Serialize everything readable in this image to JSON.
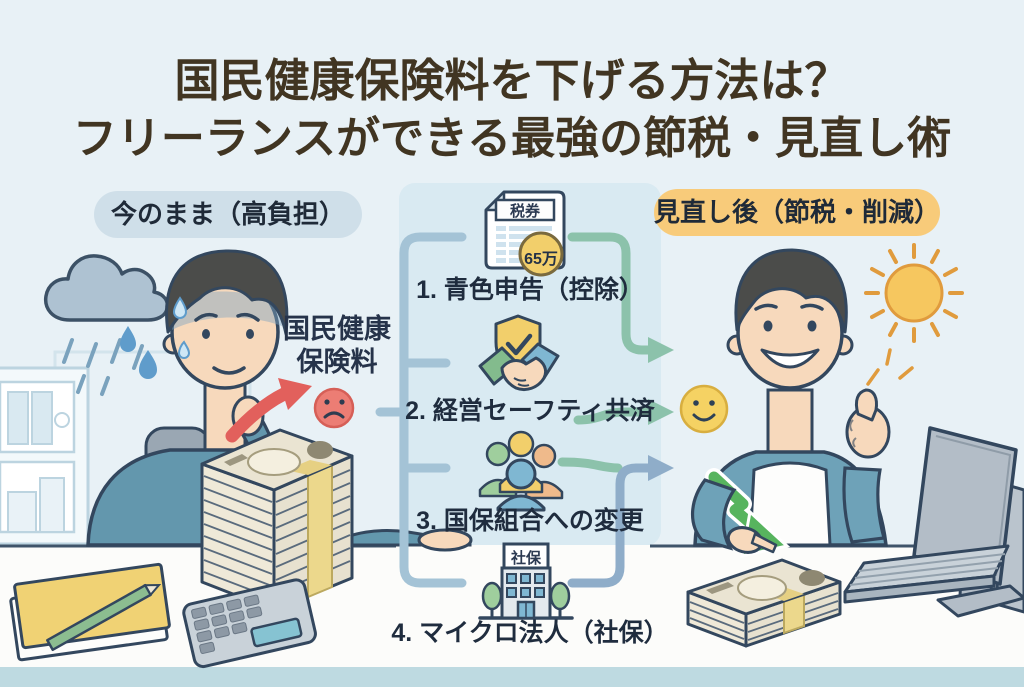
{
  "title": {
    "line1": "国民健康保険料を下げる方法は？",
    "line2": "フリーランスができる最強の節税・見直し術"
  },
  "badges": {
    "before": "今のまま（高負担）",
    "after": "見直し後（節税・削減）"
  },
  "scene_left": {
    "insurance_label": "国民健康\n保険料",
    "mood": "worried-man-with-rain-cloud-and-large-money-stack"
  },
  "scene_right": {
    "mood": "happy-man-thumbs-up-with-sun-and-small-money-stack"
  },
  "flow": {
    "items": [
      {
        "label": "1. 青色申告（控除）",
        "icon": "tax-document-icon",
        "doc_header": "税券",
        "amount_badge": "65万"
      },
      {
        "label": "2. 経営セーフティ共済",
        "icon": "handshake-shield-icon"
      },
      {
        "label": "3. 国保組合への変更",
        "icon": "people-group-icon"
      },
      {
        "label": "4. マイクロ法人（社保）",
        "icon": "company-building-icon",
        "building_sign": "社保"
      }
    ]
  },
  "colors": {
    "background": "#e8f1f6",
    "badge_before": "#cfdfe9",
    "badge_after": "#f8cb7a",
    "arrow_up_red": "#e2605c",
    "arrow_down_green": "#57b45e",
    "connector_left_blue": "#a4c3d6",
    "connector_right_green": "#8cc2ab",
    "connector_right_blue": "#8fadc9",
    "amount_circle": "#f2cf6b"
  }
}
